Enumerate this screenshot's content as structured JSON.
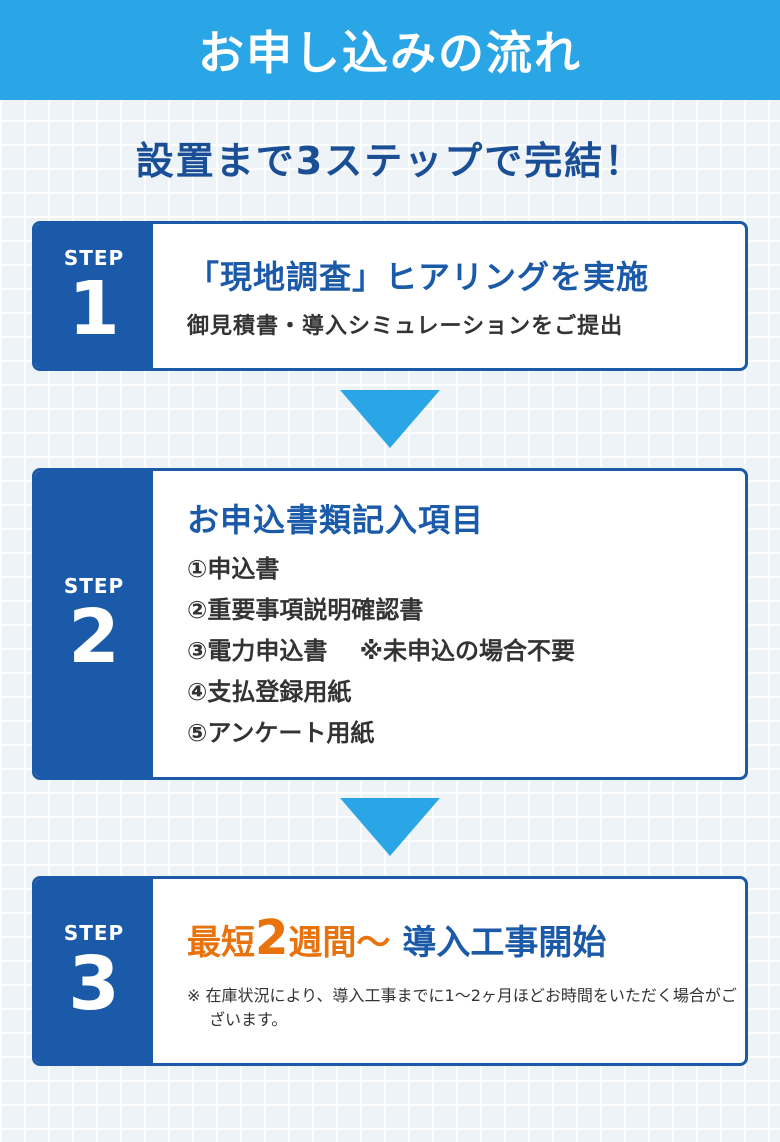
{
  "header": {
    "title": "お申し込みの流れ"
  },
  "subtitle": "設置まで3ステップで完結！",
  "step_word": "STEP",
  "steps": [
    {
      "number": "1",
      "title": "「現地調査」ヒアリングを実施",
      "subtitle": "御見積書・導入シミュレーションをご提出"
    },
    {
      "number": "2",
      "title": "お申込書類記入項目",
      "items": [
        "①申込書",
        "②重要事項説明確認書",
        "③電力申込書　 ※未申込の場合不要",
        "④支払登録用紙",
        "⑤アンケート用紙"
      ]
    },
    {
      "number": "3",
      "title_prefix": "最短",
      "title_number": "2",
      "title_suffix": "週間～",
      "title_main": "導入工事開始",
      "note": "※ 在庫状況により、導入工事までに1～2ヶ月ほどお時間をいただく場合がございます。"
    }
  ],
  "colors": {
    "header_bg": "#2aa5e6",
    "navy": "#1a5aa8",
    "orange": "#e8720c",
    "arrow": "#2aa5e6"
  }
}
